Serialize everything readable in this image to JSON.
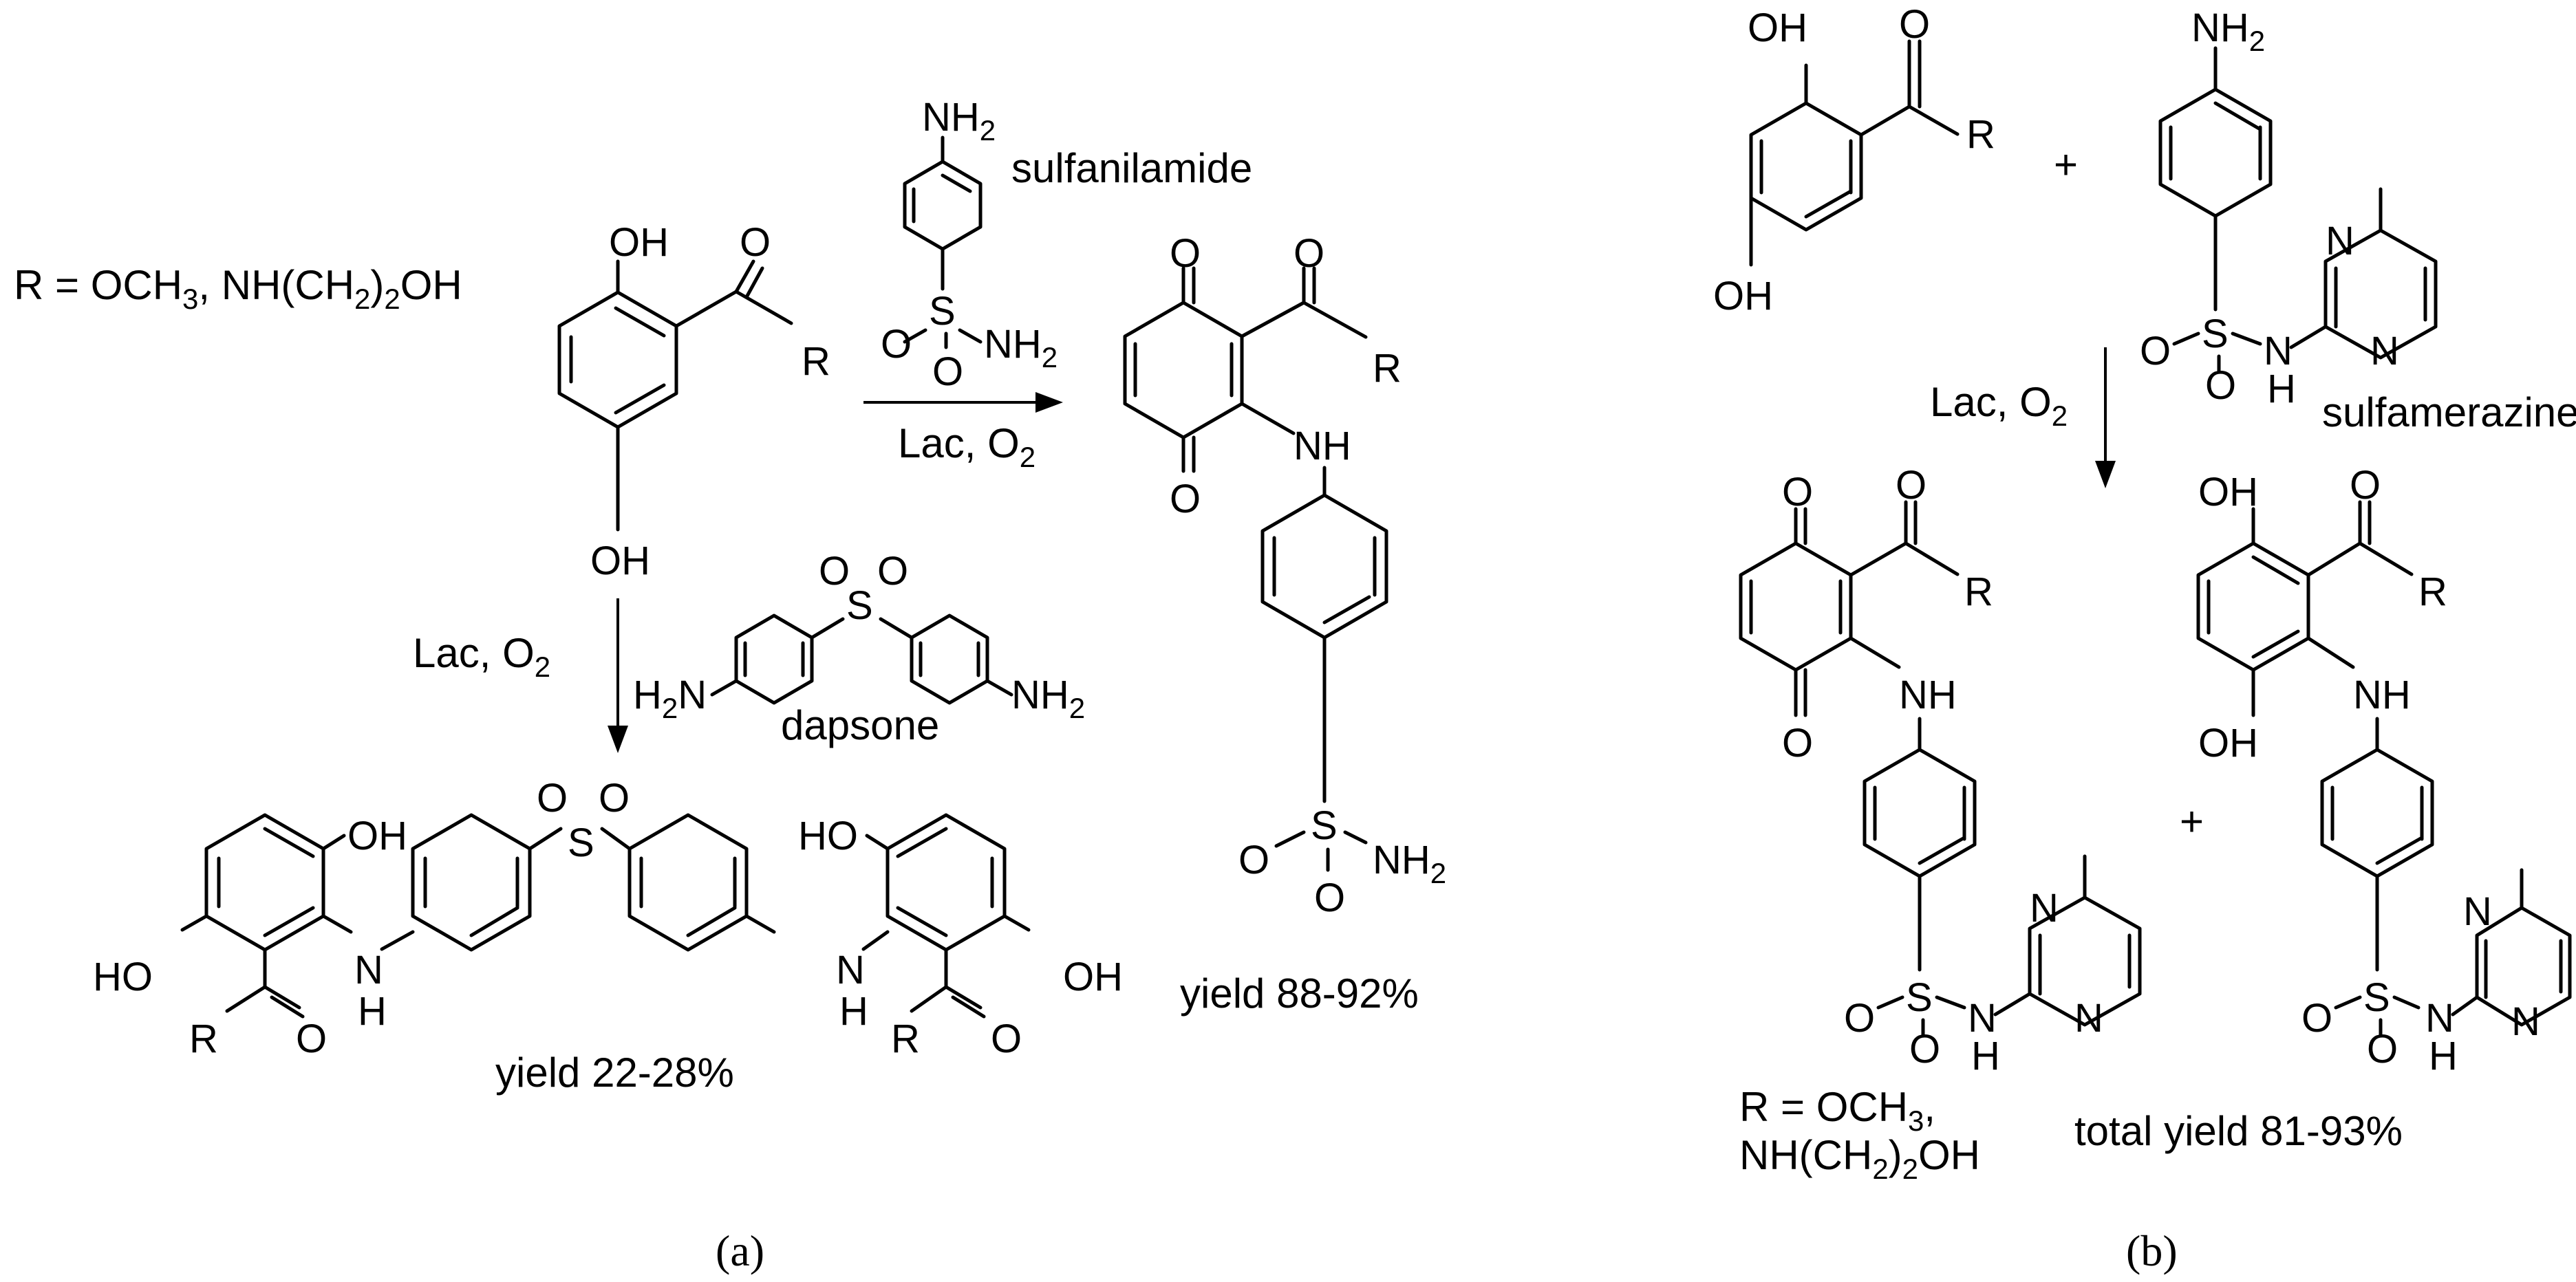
{
  "panel_a": {
    "r_def": "R = OCH3, NH(CH2)2OH",
    "reagent_top": "sulfanilamide",
    "cond_top": "Lac, O2",
    "cond_down": "Lac, O2",
    "reagent_down": "dapsone",
    "yield_left": "yield 22-28%",
    "yield_right": "yield 88-92%",
    "label": "(a)"
  },
  "panel_b": {
    "reagent": "sulfamerazine",
    "cond": "Lac, O2",
    "r_def_1": "R = OCH3,",
    "r_def_2": "NH(CH2)2OH",
    "total_yield": "total yield 81-93%",
    "label": "(b)"
  },
  "atoms": {
    "OH": "OH",
    "HO": "HO",
    "O": "O",
    "R": "R",
    "NH": "NH",
    "H": "H",
    "N": "N",
    "S": "S",
    "NH2": "NH2",
    "H2N": "H2N",
    "plus": "+"
  }
}
